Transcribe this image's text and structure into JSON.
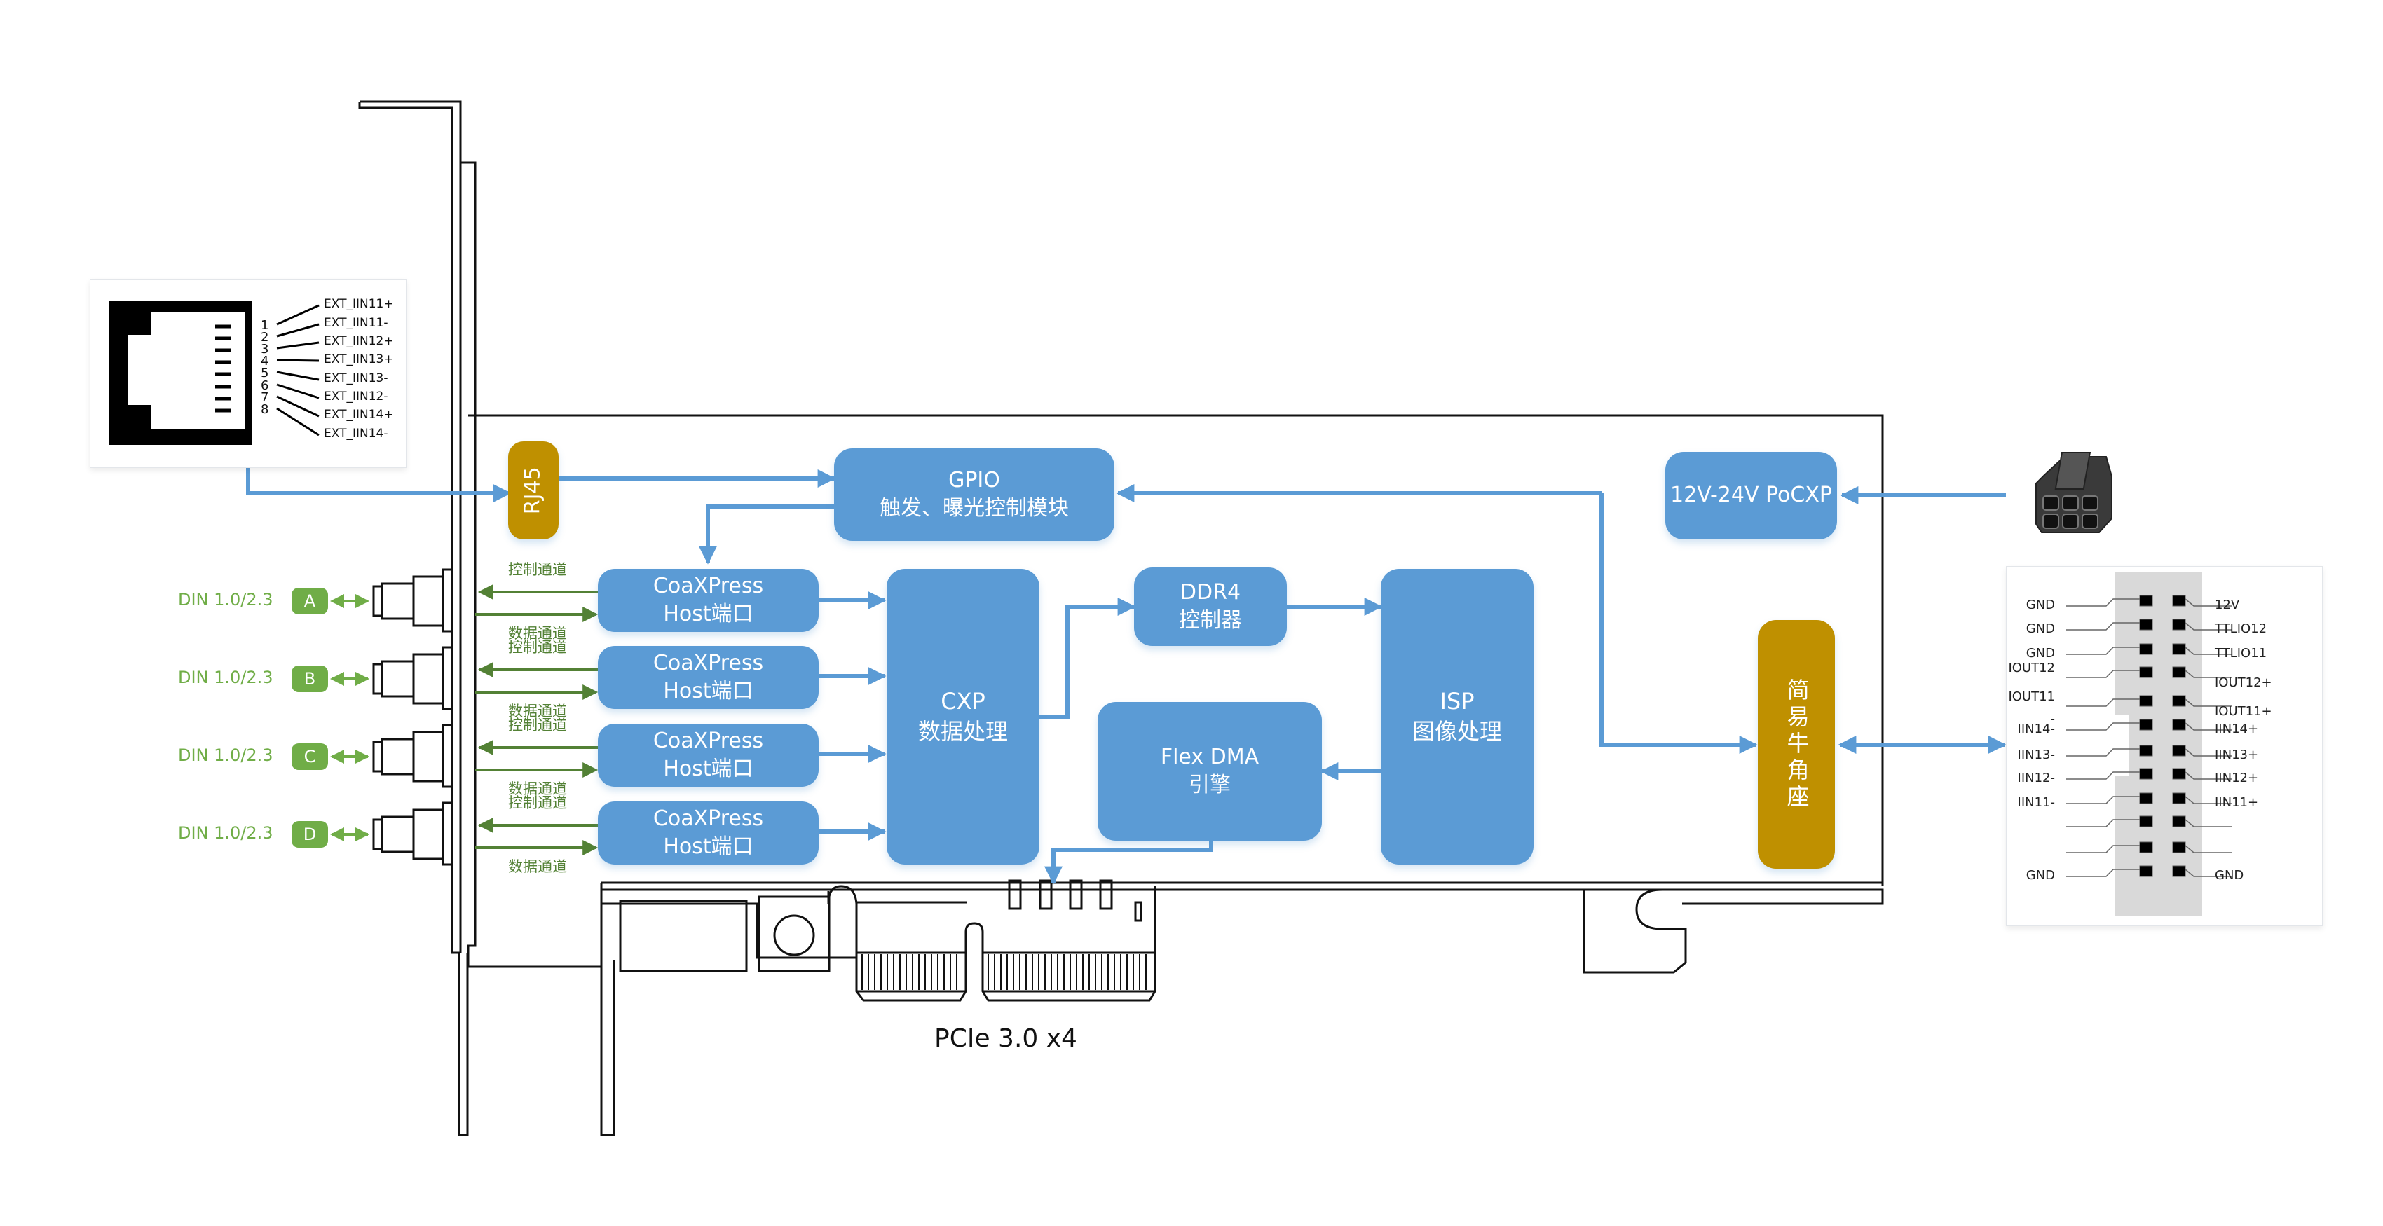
{
  "diagram": {
    "rj45": "RJ45",
    "gpio": {
      "line1": "GPIO",
      "line2": "触发、曝光控制模块"
    },
    "coaxpress_ports": [
      {
        "line1": "CoaXPress",
        "line2": "Host端口"
      },
      {
        "line1": "CoaXPress",
        "line2": "Host端口"
      },
      {
        "line1": "CoaXPress",
        "line2": "Host端口"
      },
      {
        "line1": "CoaXPress",
        "line2": "Host端口"
      }
    ],
    "cxp": {
      "line1": "CXP",
      "line2": "数据处理"
    },
    "ddr4": {
      "line1": "DDR4",
      "line2": "控制器"
    },
    "isp": {
      "line1": "ISP",
      "line2": "图像处理"
    },
    "dma": {
      "line1": "Flex DMA",
      "line2": "引擎"
    },
    "pocxp": "12V-24V PoCXP",
    "header": "简易牛角座",
    "pcie_label": "PCIe 3.0 x4",
    "channel_labels": {
      "control": "控制通道",
      "data": "数据通道"
    },
    "din_connectors": [
      {
        "label": "DIN 1.0/2.3",
        "port": "A"
      },
      {
        "label": "DIN 1.0/2.3",
        "port": "B"
      },
      {
        "label": "DIN 1.0/2.3",
        "port": "C"
      },
      {
        "label": "DIN 1.0/2.3",
        "port": "D"
      }
    ],
    "rj45_pinout": {
      "pin_numbers": [
        "1",
        "2",
        "3",
        "4",
        "5",
        "6",
        "7",
        "8"
      ],
      "signals": [
        "EXT_IIN11+",
        "EXT_IIN11-",
        "EXT_IIN12+",
        "EXT_IIN13+",
        "EXT_IIN13-",
        "EXT_IIN12-",
        "EXT_IIN14+",
        "EXT_IIN14-"
      ]
    },
    "header_pinout": {
      "left": [
        "GND",
        "GND",
        "GND",
        "IOUT12",
        "IOUT11",
        "IIN14-",
        "IIN13-",
        "IIN12-",
        "IIN11-",
        "",
        "",
        "GND"
      ],
      "left_extra": "-",
      "right": [
        "12V",
        "TTLIO12",
        "TTLIO11",
        "IOUT12+",
        "IOUT11+",
        "IIN14+",
        "IIN13+",
        "IIN12+",
        "IIN11+",
        "",
        "",
        "GND"
      ]
    },
    "colors": {
      "block": "#5b9bd5",
      "connector": "#bf9000",
      "channel": "#70ad47",
      "channel_line": "#538135"
    }
  }
}
